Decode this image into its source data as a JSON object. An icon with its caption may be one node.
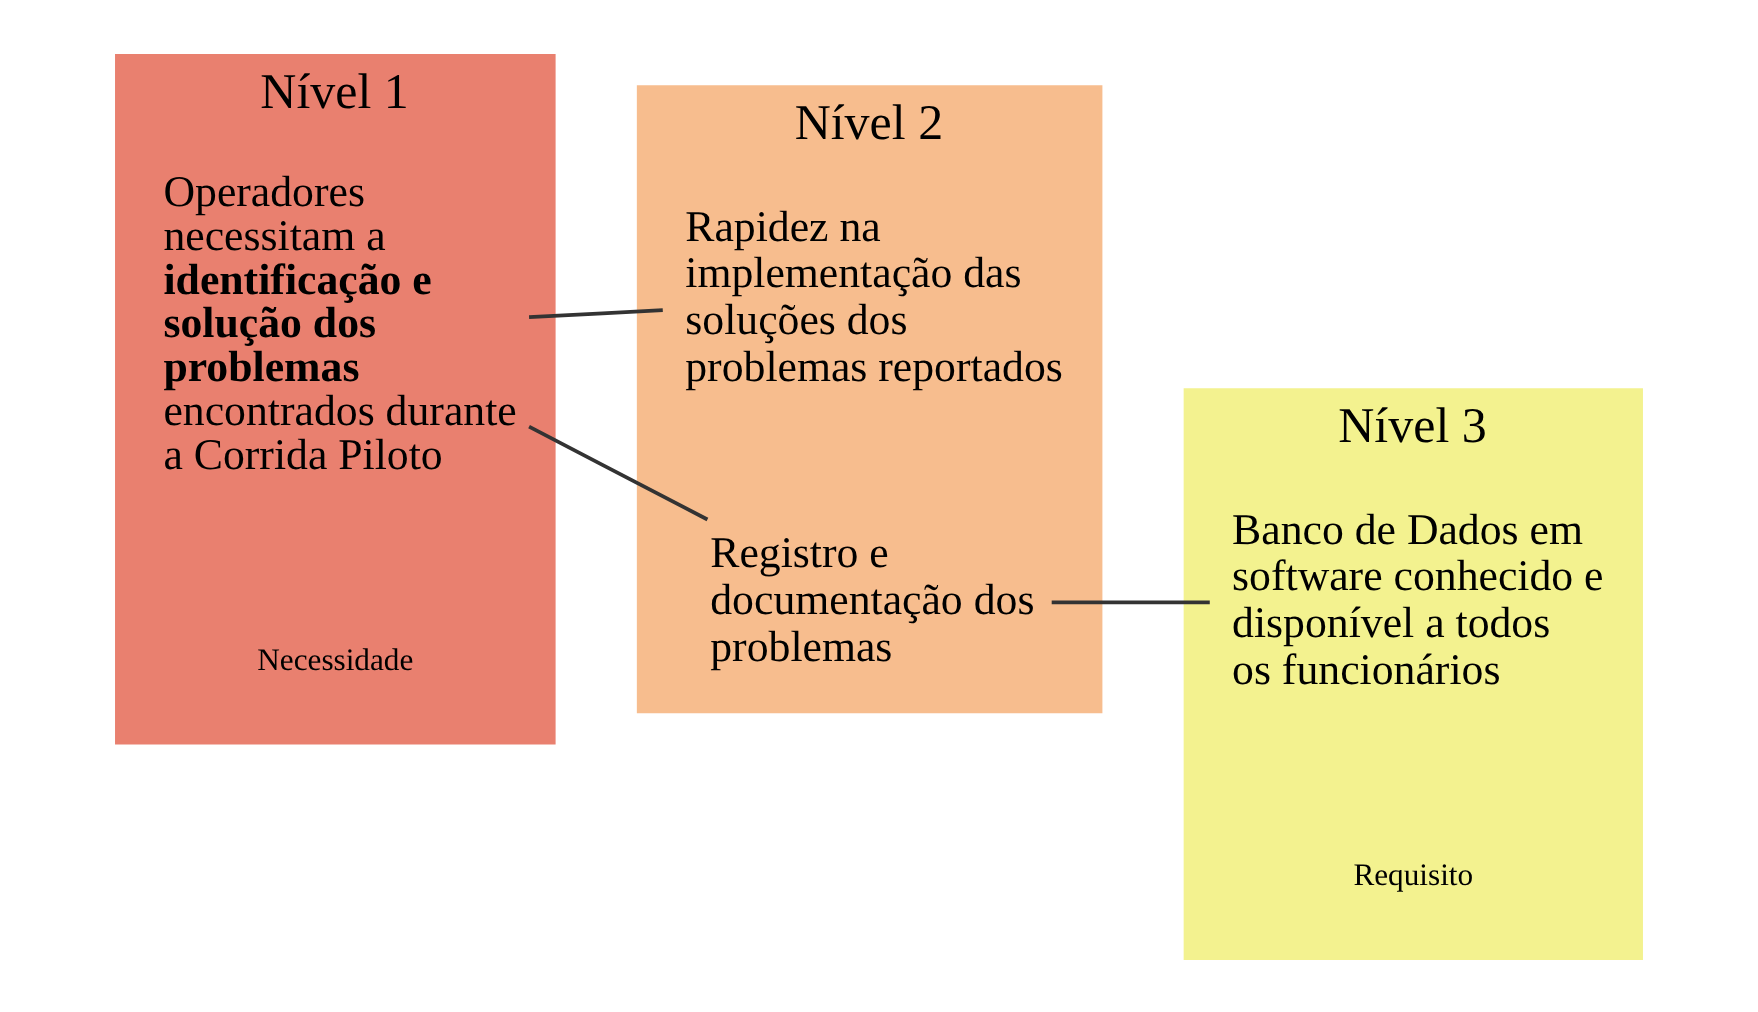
{
  "diagram": {
    "nodes": [
      {
        "text": [
          "Nível 1"
        ]
      },
      {
        "text": [
          "Nível 2"
        ]
      },
      {
        "text": [
          "Nível 3"
        ]
      },
      {
        "text": [
          "Operadores necessitam a **identificação e solução dos problemas** encontrados durante a Corrida Piloto"
        ],
        "in": 0
      },
      {
        "text": [
          "Rapidez na implementação das soluções dos problemas reportados"
        ],
        "in": 1
      },
      {
        "text": [
          "Registro e documentação dos problemas"
        ],
        "in": 1
      },
      {
        "text": [
          "Banco de Dados em software conhecido e disponível a todos os funcionários"
        ],
        "in": 2
      }
    ],
    "edges": [
      {
        "from": 3,
        "to": 4,
        "arrow": "none"
      },
      {
        "from": 3,
        "to": 5,
        "arrow": "none"
      },
      {
        "from": 5,
        "to": 6,
        "arrow": "none"
      }
    ],
    "labels": [
      "Necessidade",
      "Requisito"
    ]
  }
}
